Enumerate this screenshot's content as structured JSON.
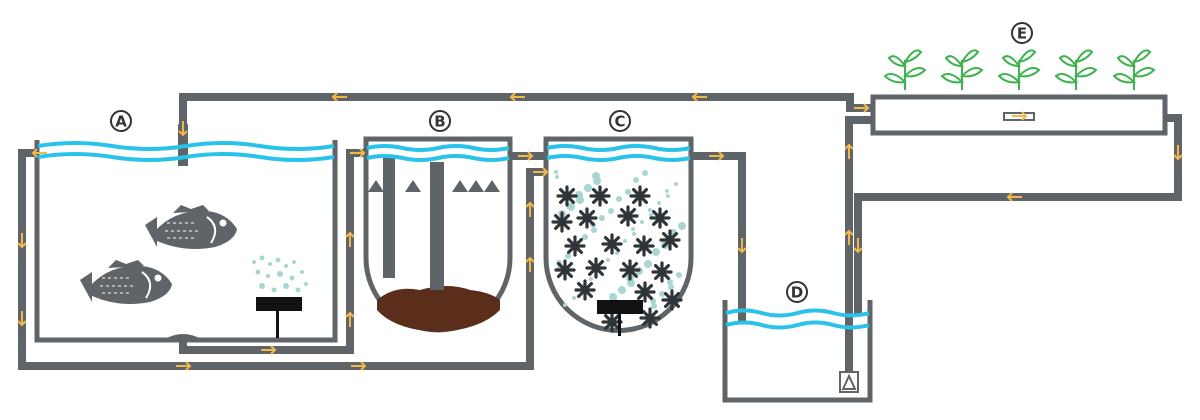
{
  "labels": {
    "fish_tank": "A",
    "settling_tank": "B",
    "biofilter": "C",
    "sump": "D",
    "grow_bed": "E"
  },
  "colors": {
    "pipe": "#5f6468",
    "water": "#29c3ea",
    "arrow": "#f2b84b",
    "plant": "#3fb34f",
    "sludge": "#5a2e1a",
    "bubble": "#a9d6d2",
    "media": "#2f3438",
    "fish": "#5f6468",
    "aerator": "#111111"
  },
  "icons": {
    "fish": "fish-icon",
    "plant": "plant-icon",
    "pump": "pump-icon",
    "aerator": "air-stone-icon",
    "media": "bio-media-icon",
    "flow": "flow-arrow-icon"
  }
}
